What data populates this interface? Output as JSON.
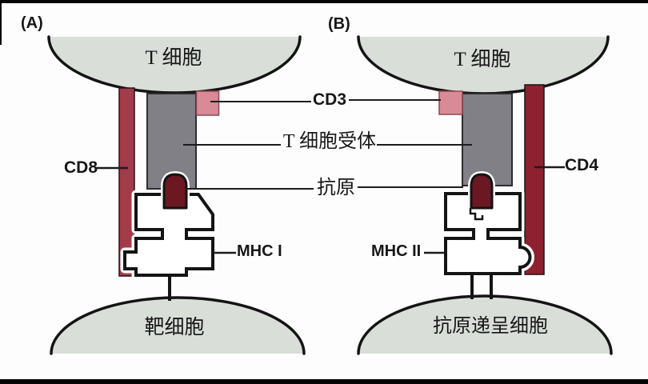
{
  "colors": {
    "outline": "#141414",
    "line": "#1c1c1c",
    "cell_fill": "#d9ded9",
    "cd8_bar": "#a23c4a",
    "cd4_bar": "#8e2130",
    "tcr_gray": "#818087",
    "tcr_edge": "#2c2c31",
    "cd3_pink": "#d88a96",
    "cd3_edge": "#8c4652",
    "antigen": "#6b1822",
    "mhc_fill": "#ffffff"
  },
  "panel_a": {
    "tag": "(A)",
    "top_cell_label": "T 细胞",
    "coreceptor_label": "CD8",
    "mhc_label": "MHC I",
    "bottom_cell_label": "靶细胞"
  },
  "panel_b": {
    "tag": "(B)",
    "top_cell_label": "T 细胞",
    "coreceptor_label": "CD4",
    "mhc_label": "MHC II",
    "bottom_cell_label": "抗原递呈细胞"
  },
  "shared_labels": {
    "cd3": "CD3",
    "tcr": "T 细胞受体",
    "antigen": "抗原"
  }
}
